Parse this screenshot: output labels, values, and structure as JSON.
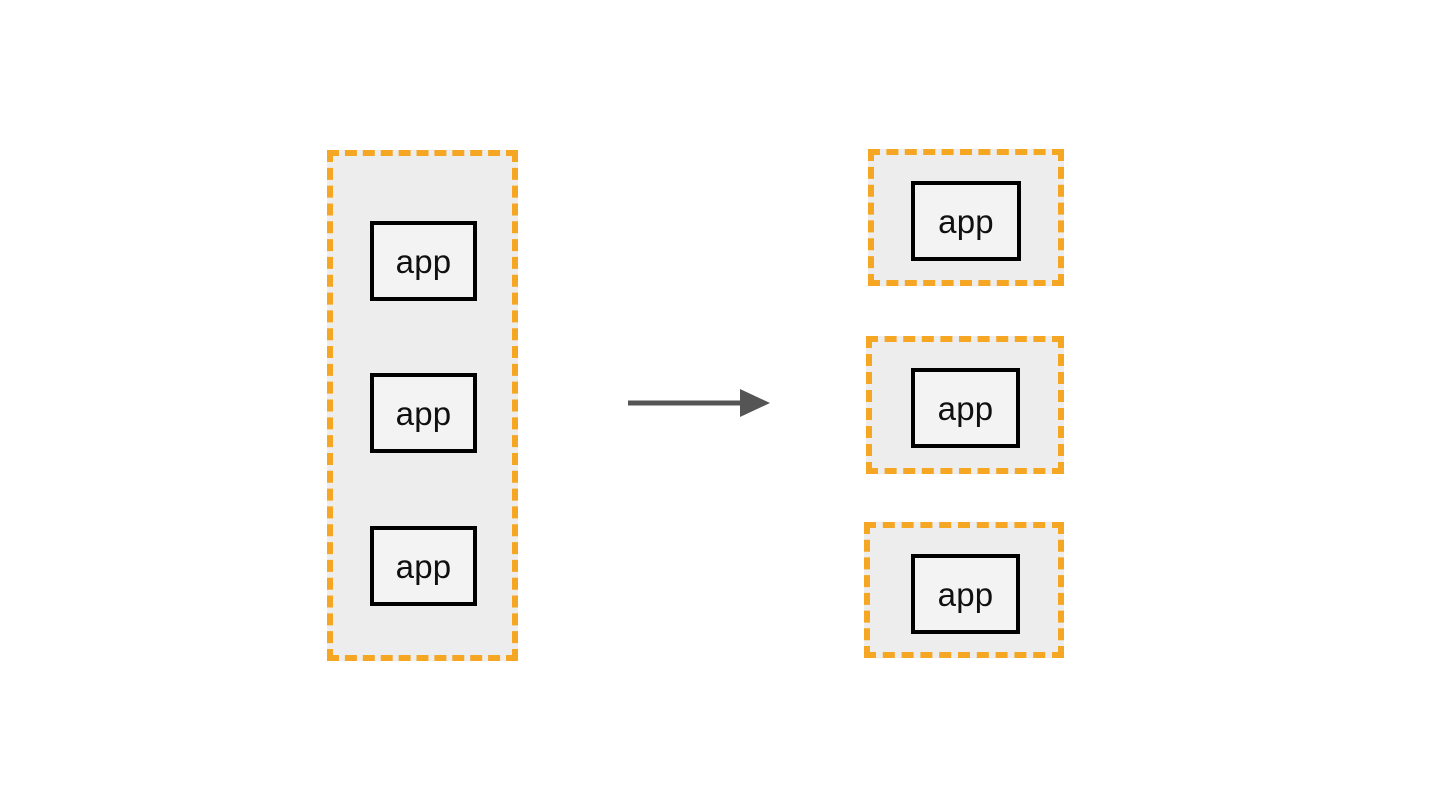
{
  "diagram": {
    "type": "monolith-to-microservices-transformation",
    "background_color": "#ffffff",
    "colors": {
      "dashed_border": "#f5a623",
      "group_fill": "#ededed",
      "app_border": "#000000",
      "app_fill": "#f3f3f3",
      "app_text": "#101010",
      "arrow": "#555555"
    },
    "left": {
      "group_label": "",
      "apps": [
        {
          "label": "app"
        },
        {
          "label": "app"
        },
        {
          "label": "app"
        }
      ]
    },
    "arrow": {
      "direction": "right",
      "label": ""
    },
    "right": {
      "groups": [
        {
          "app": {
            "label": "app"
          }
        },
        {
          "app": {
            "label": "app"
          }
        },
        {
          "app": {
            "label": "app"
          }
        }
      ]
    }
  }
}
